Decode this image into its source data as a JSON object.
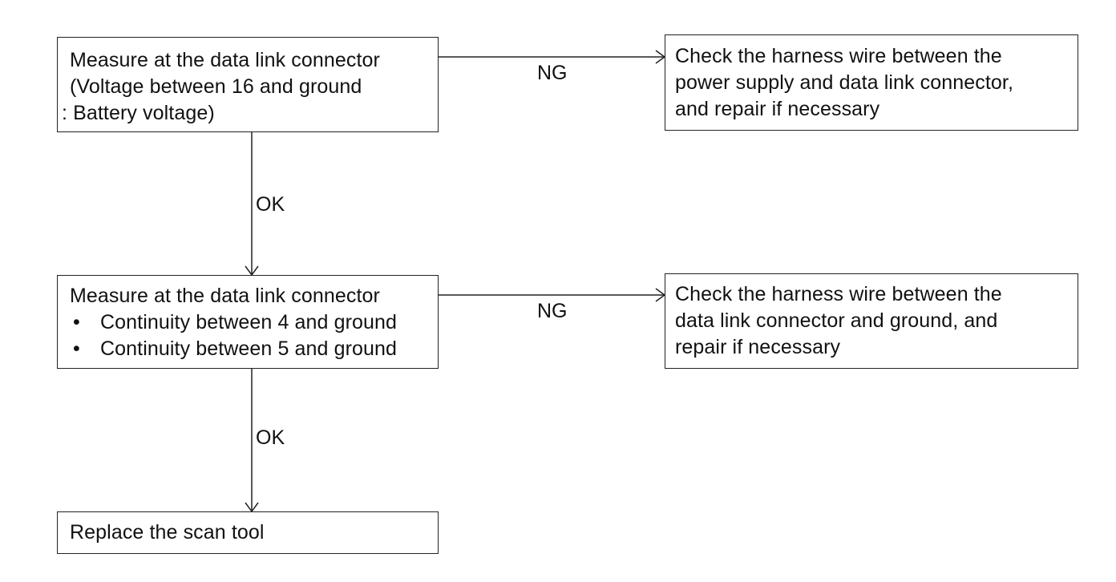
{
  "nodes": {
    "measure_voltage": {
      "lines": [
        "Measure at the data link connector",
        "(Voltage between 16 and ground",
        ": Battery voltage)"
      ]
    },
    "check_power_harness": {
      "lines": [
        "Check the harness wire between the",
        "power supply and data link connector,",
        "and repair if necessary"
      ]
    },
    "measure_continuity": {
      "title": "Measure at the data link connector",
      "bullet_symbol": "•",
      "bullets": [
        "Continuity between 4 and ground",
        "Continuity between 5 and ground"
      ]
    },
    "check_ground_harness": {
      "lines": [
        "Check the harness wire between the",
        "data link connector and ground, and",
        "repair if necessary"
      ]
    },
    "replace_scan_tool": {
      "lines": [
        "Replace the scan tool"
      ]
    }
  },
  "edges": {
    "voltage_ng": "NG",
    "voltage_ok": "OK",
    "continuity_ng": "NG",
    "continuity_ok": "OK"
  }
}
